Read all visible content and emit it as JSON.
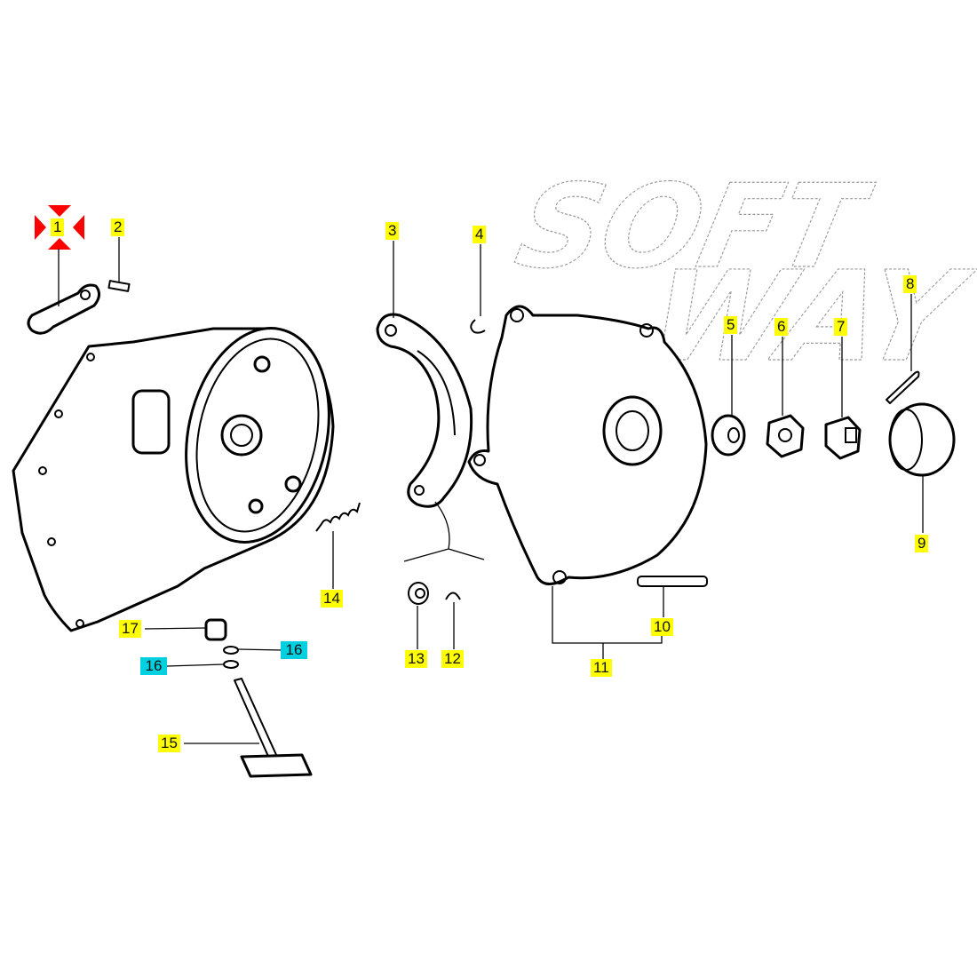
{
  "watermark": {
    "line1": "SOFT",
    "line2": "WAY"
  },
  "highlight_color": "#ffff00",
  "alt_highlight_color": "#00d0e0",
  "selected_marker_color": "#ff0000",
  "callouts": [
    {
      "id": "1",
      "label": "1",
      "selected": true
    },
    {
      "id": "2",
      "label": "2"
    },
    {
      "id": "3",
      "label": "3"
    },
    {
      "id": "4",
      "label": "4"
    },
    {
      "id": "5",
      "label": "5"
    },
    {
      "id": "6",
      "label": "6"
    },
    {
      "id": "7",
      "label": "7"
    },
    {
      "id": "8",
      "label": "8"
    },
    {
      "id": "9",
      "label": "9"
    },
    {
      "id": "10",
      "label": "10"
    },
    {
      "id": "11",
      "label": "11"
    },
    {
      "id": "12",
      "label": "12"
    },
    {
      "id": "13",
      "label": "13"
    },
    {
      "id": "14",
      "label": "14"
    },
    {
      "id": "15",
      "label": "15"
    },
    {
      "id": "16a",
      "label": "16"
    },
    {
      "id": "16b",
      "label": "16"
    },
    {
      "id": "17",
      "label": "17"
    }
  ]
}
